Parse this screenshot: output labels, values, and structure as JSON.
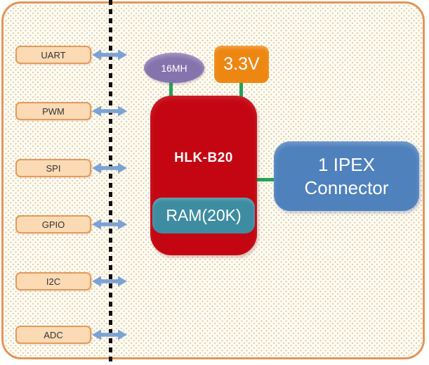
{
  "colors": {
    "panel-border": "#e2955a",
    "panel-bg": "#fefbf2",
    "dot": "#ddc09a",
    "dash": "#0d0d0d",
    "peach-fill": "#fbdab4",
    "peach-border": "#e29c5e",
    "label-text": "#333333",
    "arrow": "#7ca2d3",
    "purple": "#8573ae",
    "orange": "#ee8712",
    "red": "#c40612",
    "teal": "#3e8ca1",
    "blue": "#4f81bd",
    "green": "#25a356",
    "white-text": "#ffffff"
  },
  "peripherals": [
    {
      "label": "UART"
    },
    {
      "label": "PWM"
    },
    {
      "label": "SPI"
    },
    {
      "label": "GPIO"
    },
    {
      "label": "I2C"
    },
    {
      "label": "ADC"
    }
  ],
  "oscillator": {
    "label": "16MH"
  },
  "power": {
    "label": "3.3V"
  },
  "module": {
    "name": "HLK-B20",
    "ram_label": "RAM(20K)"
  },
  "antenna": {
    "line1": "1 IPEX",
    "line2": "Connector"
  }
}
